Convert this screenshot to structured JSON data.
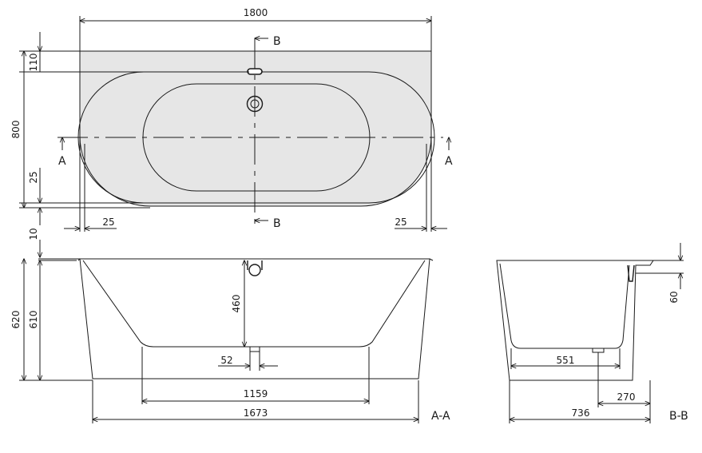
{
  "top_view": {
    "overall_width": "1800",
    "depth": "800",
    "back_ledge": "110",
    "rim_front": "25",
    "rim_left": "25",
    "rim_right": "25",
    "section_a_left": "A",
    "section_a_right": "A",
    "section_b_top": "B",
    "section_b_bottom": "B"
  },
  "section_a": {
    "label": "A-A",
    "top_offset": "10",
    "total_height": "620",
    "body_height": "610",
    "interior_depth": "460",
    "drain_width": "52",
    "floor_length": "1159",
    "base_length": "1673"
  },
  "section_b": {
    "label": "B-B",
    "ledge_height": "60",
    "floor_width": "551",
    "drain_offset": "270",
    "base_width": "736"
  },
  "colors": {
    "line": "#1a1a1a",
    "fill_grey": "#e6e6e6",
    "background": "#ffffff"
  }
}
